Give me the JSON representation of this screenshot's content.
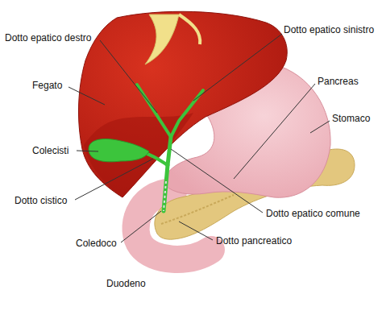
{
  "diagram": {
    "labels": [
      "Dotto epatico destro",
      "Dotto epatico sinistro",
      "Fegato",
      "Pancreas",
      "Stomaco",
      "Colecisti",
      "Dotto cistico",
      "Dotto epatico comune",
      "Coledoco",
      "Dotto pancreatico",
      "Duodeno"
    ]
  }
}
